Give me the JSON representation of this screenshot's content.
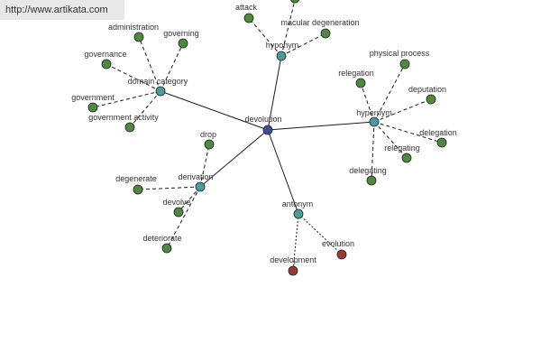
{
  "header": {
    "url": "http://www.artikata.com"
  },
  "colors": {
    "root": "#3b4ea0",
    "relation": "#4a9aa0",
    "word": "#4e8a3e",
    "antonym_word": "#9a3a36"
  },
  "graph": {
    "root": "devolution",
    "relations": {
      "hyponym": "hyponym",
      "hypernym": "hypernym",
      "domain_category": "domain category",
      "derivation": "derivation",
      "antonym": "antonym"
    },
    "words": {
      "attack": "attack",
      "macular_degeneration": "macular degeneration",
      "physical_process": "physical process",
      "relegation": "relegation",
      "deputation": "deputation",
      "delegation": "delegation",
      "relegating": "relegating",
      "delegating": "delegating",
      "administration": "administration",
      "governing": "governing",
      "governance": "governance",
      "government": "government",
      "government_activity": "government activity",
      "drop": "drop",
      "degenerate": "degenerate",
      "devolve": "devolve",
      "deteriorate": "deteriorate",
      "development": "development",
      "evolution": "evolution"
    }
  }
}
